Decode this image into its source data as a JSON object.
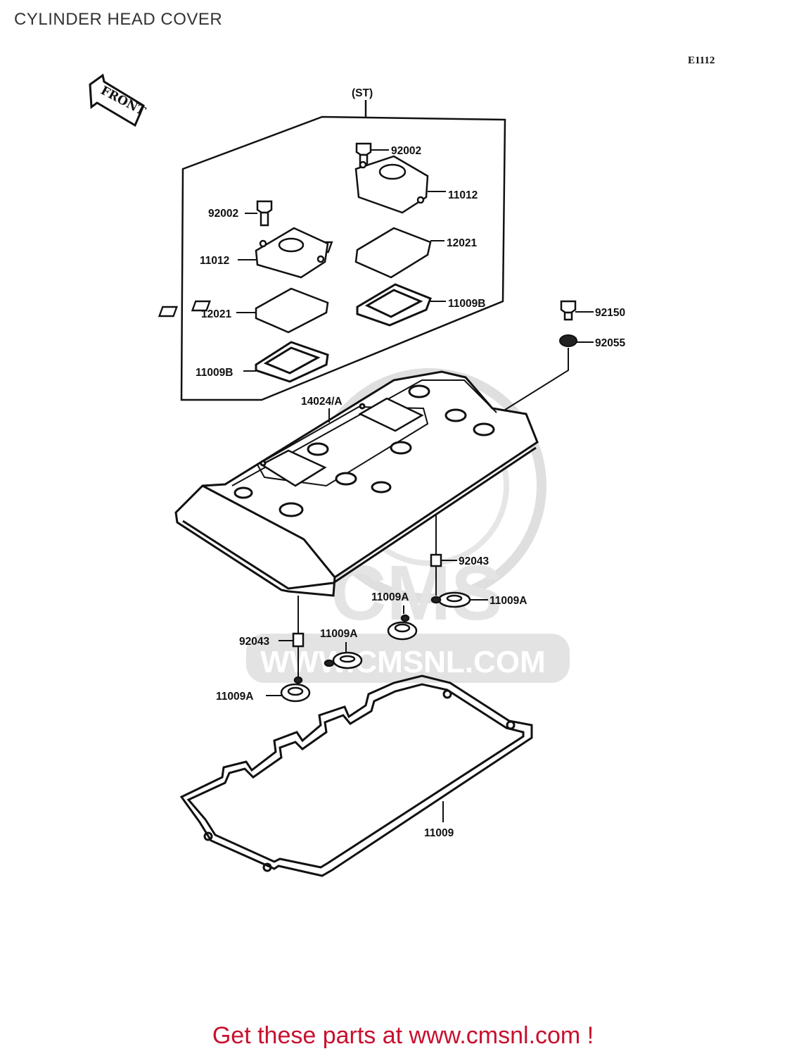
{
  "title": "CYLINDER HEAD COVER",
  "diagram_code": "E1112",
  "front_label": "FRONT",
  "set_label": "(ST)",
  "watermark_text": "WWW.CMSNL.COM",
  "watermark_logo": "CMS",
  "footer_text": "Get these parts at www.cmsnl.com !",
  "colors": {
    "footer": "#c8102e",
    "line": "#111111",
    "watermark": "#d9d9d9"
  },
  "callouts": {
    "bolt_top": "92002",
    "cap_top": "11012",
    "plate_top": "12021",
    "gasket_b_top": "11009B",
    "bolt_left": "92002",
    "cap_left": "11012",
    "plate_left": "12021",
    "gasket_b_left": "11009B",
    "bolt_right": "92150",
    "washer_right": "92055",
    "cover": "14024/A",
    "dowel_right": "92043",
    "seal_a_right": "11009A",
    "seal_a_mid_upper": "11009A",
    "dowel_left": "92043",
    "seal_a_mid_lower": "11009A",
    "seal_a_left": "11009A",
    "main_gasket": "11009"
  }
}
